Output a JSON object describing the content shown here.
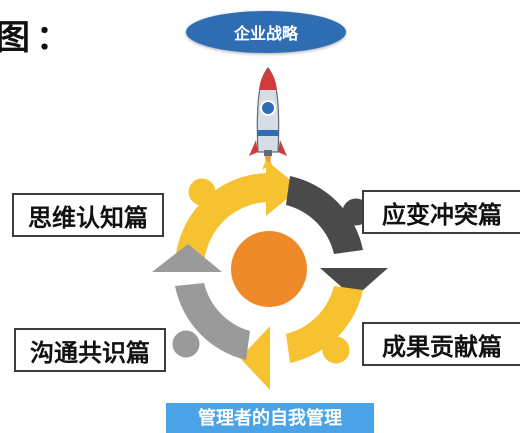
{
  "page_title": "图：",
  "top_goal": "企业战略",
  "stages": {
    "top_left": "思维认知篇",
    "top_right": "应变冲突篇",
    "bottom_left": "沟通共识篇",
    "bottom_right": "成果贡献篇"
  },
  "bottom_label": "管理者的自我管理",
  "colors": {
    "pill_blue": "#2f6db3",
    "cycle_yellow": "#f6c230",
    "cycle_dark": "#4a4a4a",
    "cycle_gray": "#9a9a9a",
    "center_orange": "#ef8a2a",
    "bottom_blue": "#4aa3e6"
  },
  "icons": [
    "rocket-icon"
  ]
}
